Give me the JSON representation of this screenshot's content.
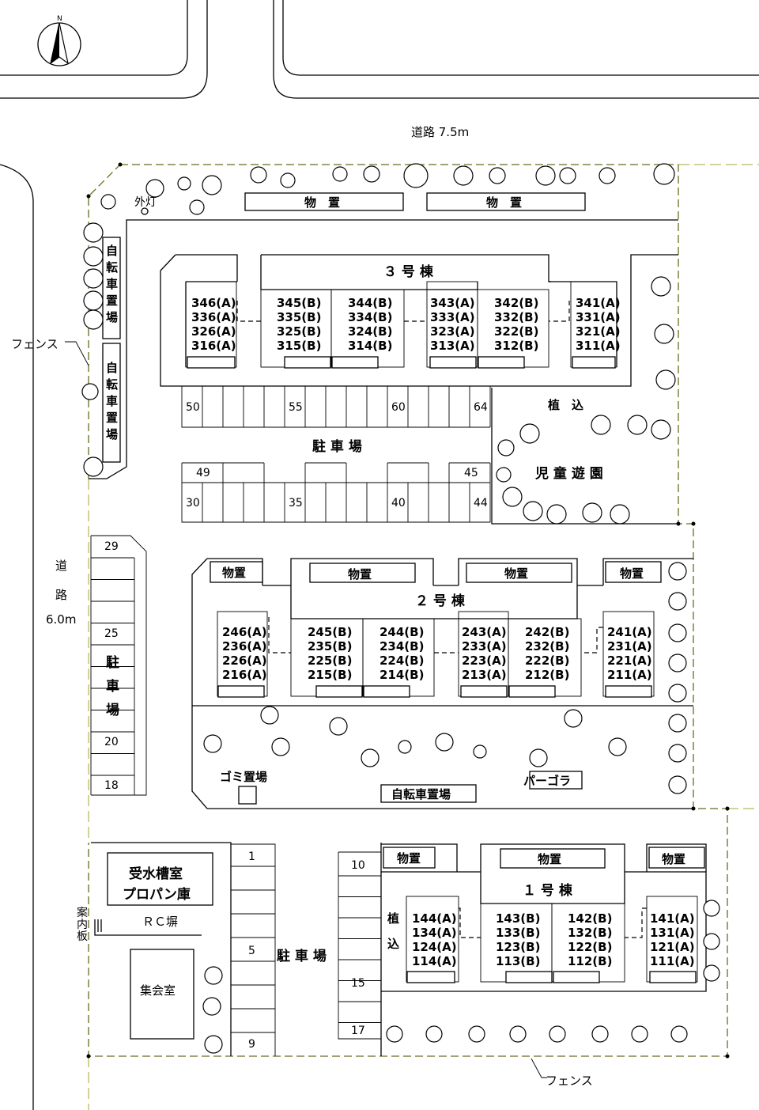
{
  "north_label": "N",
  "road_top": "道路 7.5m",
  "road_left": [
    "道",
    "路",
    "6.0m"
  ],
  "fence_labels": [
    "フェンス",
    "フェンス"
  ],
  "street_light": "外灯",
  "planting": [
    "植　込",
    "植",
    "込"
  ],
  "playground": "児 童 遊 園",
  "storage": "物　置",
  "storage_small": "物置",
  "bike_parking_vertical": [
    "自",
    "転",
    "車",
    "置",
    "場"
  ],
  "bike_parking_h": "自転車置場",
  "garbage": "ゴミ置場",
  "pergola": "パーゴラ",
  "water_tank": [
    "受水槽室",
    "プロパン庫"
  ],
  "rc_wall": "ＲＣ塀",
  "guide_board": [
    "案",
    "内",
    "板"
  ],
  "meeting_room": "集会室",
  "parking": "駐 車 場",
  "parking_vertical": [
    "駐",
    "車",
    "場"
  ],
  "building3": {
    "name": "３ 号 棟",
    "units": [
      [
        "346(A)",
        "336(A)",
        "326(A)",
        "316(A)"
      ],
      [
        "345(B)",
        "335(B)",
        "325(B)",
        "315(B)"
      ],
      [
        "344(B)",
        "334(B)",
        "324(B)",
        "314(B)"
      ],
      [
        "343(A)",
        "333(A)",
        "323(A)",
        "313(A)"
      ],
      [
        "342(B)",
        "332(B)",
        "322(B)",
        "312(B)"
      ],
      [
        "341(A)",
        "331(A)",
        "321(A)",
        "311(A)"
      ]
    ]
  },
  "building2": {
    "name": "２ 号 棟",
    "units": [
      [
        "246(A)",
        "236(A)",
        "226(A)",
        "216(A)"
      ],
      [
        "245(B)",
        "235(B)",
        "225(B)",
        "215(B)"
      ],
      [
        "244(B)",
        "234(B)",
        "224(B)",
        "214(B)"
      ],
      [
        "243(A)",
        "233(A)",
        "223(A)",
        "213(A)"
      ],
      [
        "242(B)",
        "232(B)",
        "222(B)",
        "212(B)"
      ],
      [
        "241(A)",
        "231(A)",
        "221(A)",
        "211(A)"
      ]
    ]
  },
  "building1": {
    "name": "１ 号 棟",
    "units": [
      [
        "144(A)",
        "134(A)",
        "124(A)",
        "114(A)"
      ],
      [
        "143(B)",
        "133(B)",
        "123(B)",
        "113(B)"
      ],
      [
        "142(B)",
        "132(B)",
        "122(B)",
        "112(B)"
      ],
      [
        "141(A)",
        "131(A)",
        "121(A)",
        "111(A)"
      ]
    ]
  },
  "parking_numbers": {
    "top_row": [
      "50",
      "55",
      "60",
      "64"
    ],
    "mid_top": [
      "49",
      "45"
    ],
    "mid_bottom": [
      "30",
      "35",
      "40",
      "44"
    ],
    "left_col": [
      "29",
      "25",
      "20",
      "18"
    ],
    "lower_left": [
      "1",
      "5",
      "9"
    ],
    "lower_right": [
      "10",
      "15",
      "17"
    ]
  }
}
